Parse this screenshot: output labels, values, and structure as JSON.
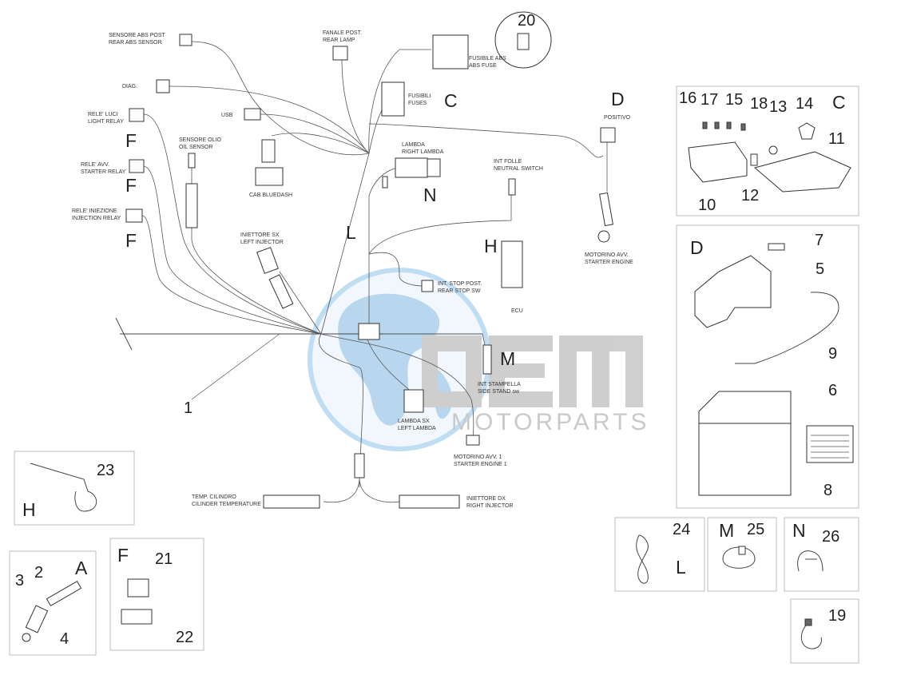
{
  "watermark": {
    "brand": "OEM",
    "tagline": "MOTORPARTS",
    "colors": {
      "globe": "#4aa3df",
      "text": "#9e9e9e"
    }
  },
  "labels": {
    "rear_abs_sensor": [
      "SENSORE ABS POST",
      "REAR ABS SENSOR"
    ],
    "diag": [
      "DIAG."
    ],
    "light_relay": [
      "RELE' LUCI",
      "LIGHT RELAY"
    ],
    "starter_relay": [
      "RELE' AVV.",
      "STARTER RELAY"
    ],
    "injection_relay": [
      "RELE' INIEZIONE",
      "INJECTION RELAY"
    ],
    "oil_sensor": [
      "SENSORE OLIO",
      "OIL SENSOR"
    ],
    "usb": [
      "USB"
    ],
    "cab_bluedash": [
      "CAB BLUEDASH"
    ],
    "rear_lamp": [
      "FANALE POST.",
      "REAR LAMP"
    ],
    "fuses": [
      "FUSIBILI",
      "FUSES"
    ],
    "abs_fuse": [
      "FUSIBILE ABS",
      "ABS FUSE"
    ],
    "positivo": [
      "POSITIVO"
    ],
    "right_lambda": [
      "LAMBDA",
      "RIGHT LAMBDA"
    ],
    "neutral_switch": [
      "INT FOLLE",
      "NEUTRAL SWITCH"
    ],
    "left_injector": [
      "INIETTORE SX",
      "LEFT INJECTOR"
    ],
    "rear_stop_sw": [
      "INT. STOP POST.",
      "REAR STOP SW"
    ],
    "ecu": [
      "ECU"
    ],
    "starter_engine": [
      "MOTORINO AVV.",
      "STARTER ENGINE"
    ],
    "side_stand_sw": [
      "INT STAMPELLA",
      "SIDE STAND sw"
    ],
    "left_lambda": [
      "LAMBDA SX",
      "LEFT LAMBDA"
    ],
    "starter_engine_1": [
      "MOTORINO AVV. 1",
      "STARTER ENGINE 1"
    ],
    "cilinder_temperature": [
      "TEMP. CILINDRO",
      "CILINDER TEMPERATURE"
    ],
    "right_injector": [
      "INIETTORE DX",
      "RIGHT INJECTOR"
    ]
  },
  "letters": {
    "F1": "F",
    "F2": "F",
    "F3": "F",
    "C_main": "C",
    "D_main": "D",
    "N_main": "N",
    "L_main": "L",
    "H_main": "H",
    "M_main": "M"
  },
  "part_numbers": {
    "p1": "1",
    "p20": "20",
    "p16": "16",
    "p17": "17",
    "p15": "15",
    "p18": "18",
    "p13": "13",
    "p14": "14",
    "p11": "11",
    "p12": "12",
    "p10": "10",
    "C_box": "C",
    "D_box": "D",
    "p7": "7",
    "p5": "5",
    "p9": "9",
    "p6": "6",
    "p8": "8",
    "p23": "23",
    "H_box": "H",
    "A_box": "A",
    "p2": "2",
    "p3": "3",
    "p4": "4",
    "F_box": "F",
    "p21": "21",
    "p22": "22",
    "p24": "24",
    "L_box": "L",
    "M_box": "M",
    "p25": "25",
    "N_box": "N",
    "p26": "26",
    "p19": "19"
  }
}
